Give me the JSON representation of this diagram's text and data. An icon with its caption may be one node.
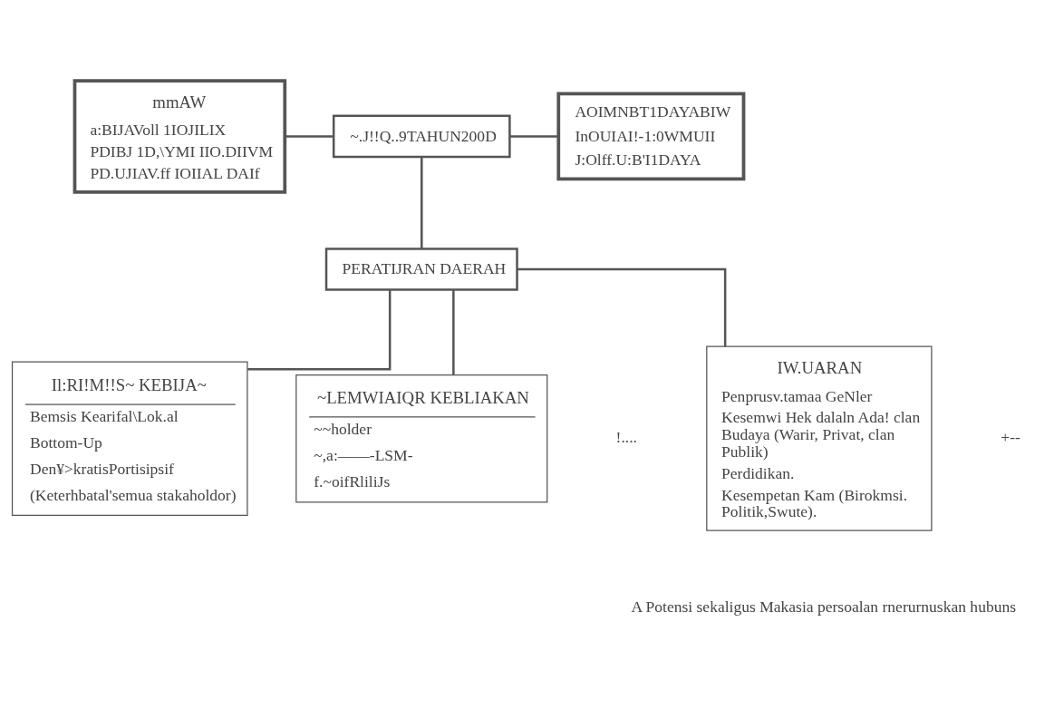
{
  "diagram": {
    "nodes": [
      {
        "text": [
          "mmAW",
          "a:BIJAVoll 1IOJILIX",
          "PDIBJ 1D,\\YMI IIO.DIIVM",
          "PD.UJIAV.ff IOIIAL DAIf"
        ]
      },
      {
        "text": [
          "~.J!!Q..9TAHUN200D"
        ]
      },
      {
        "text": [
          "AOIMNBT1DAYABIW",
          "InOUIAI!-1:0WMUII",
          "J:Olff.U:B'I1DAYA"
        ]
      },
      {
        "text": [
          "PERATIJRAN DAERAH"
        ]
      },
      {
        "text": [
          "Il:RI!M!!S~ KEBIJA~",
          "Bemsis Kearifal\\Lok.al",
          "Bottom-Up",
          "Den¥>kratisPortisipsif",
          "(Keterhbatal'semua stakaholdor)"
        ]
      },
      {
        "text": [
          "IW.UARAN",
          "Penprusv.tamaa GeNler",
          "Kesemwi Hek dalaln Ada! clan Budaya (Warir, Privat, clan Publik)",
          "Perdidikan.",
          "Kesempetan Kam (Birokmsi. Politik,Swute)."
        ]
      },
      {
        "text": [
          "~LEMWIAIQR KEBLIAKAN",
          "~~holder",
          "~,a:——-LSM-",
          "f.~oifRliliJs"
        ]
      }
    ],
    "edges": [
      {
        "from": 0,
        "to": 1,
        "arrow": "none"
      },
      {
        "from": 1,
        "to": 2,
        "arrow": "none"
      },
      {
        "from": 1,
        "to": 3,
        "arrow": "none"
      },
      {
        "from": 3,
        "to": 4,
        "arrow": "none"
      },
      {
        "from": 3,
        "to": 5,
        "arrow": "none"
      },
      {
        "from": 3,
        "to": 6,
        "arrow": "none"
      }
    ],
    "labels": [
      "!....",
      "+--",
      "A Potensi sekaligus Makasia persoalan rnerurnuskan hubuns"
    ]
  }
}
